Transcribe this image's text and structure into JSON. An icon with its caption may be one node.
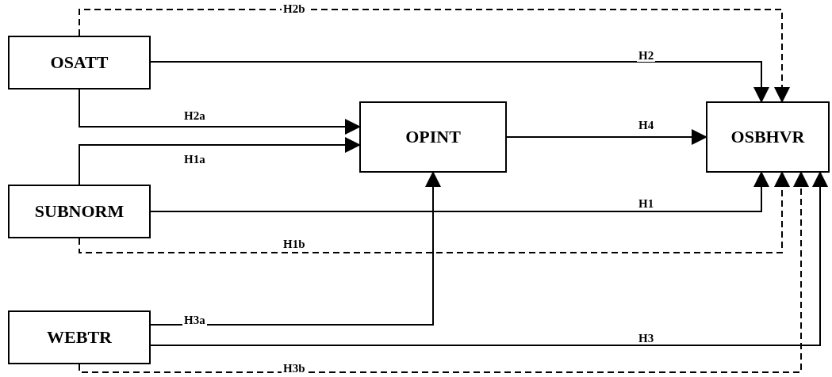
{
  "diagram": {
    "nodes": [
      {
        "text": [
          "OSATT"
        ]
      },
      {
        "text": [
          "OPINT"
        ]
      },
      {
        "text": [
          "OSBHVR"
        ]
      },
      {
        "text": [
          "SUBNORM"
        ]
      },
      {
        "text": [
          "WEBTR"
        ]
      }
    ],
    "edges": [
      {
        "from": 0,
        "to": 2,
        "arrow": "to",
        "label": "H2"
      },
      {
        "from": 0,
        "to": 1,
        "arrow": "to",
        "label": "H2a"
      },
      {
        "from": 3,
        "to": 1,
        "arrow": "to",
        "label": "H1a"
      },
      {
        "from": 1,
        "to": 2,
        "arrow": "to",
        "label": "H4"
      },
      {
        "from": 3,
        "to": 2,
        "arrow": "to",
        "label": "H1"
      },
      {
        "from": 4,
        "to": 1,
        "arrow": "to",
        "label": "H3a"
      },
      {
        "from": 4,
        "to": 2,
        "arrow": "to",
        "label": "H3"
      },
      {
        "from": 0,
        "to": 2,
        "arrow": "to",
        "label": "H2b",
        "style": "dashed"
      },
      {
        "from": 3,
        "to": 2,
        "arrow": "to",
        "label": "H1b",
        "style": "dashed"
      },
      {
        "from": 4,
        "to": 2,
        "arrow": "to",
        "label": "H3b",
        "style": "dashed"
      }
    ]
  }
}
